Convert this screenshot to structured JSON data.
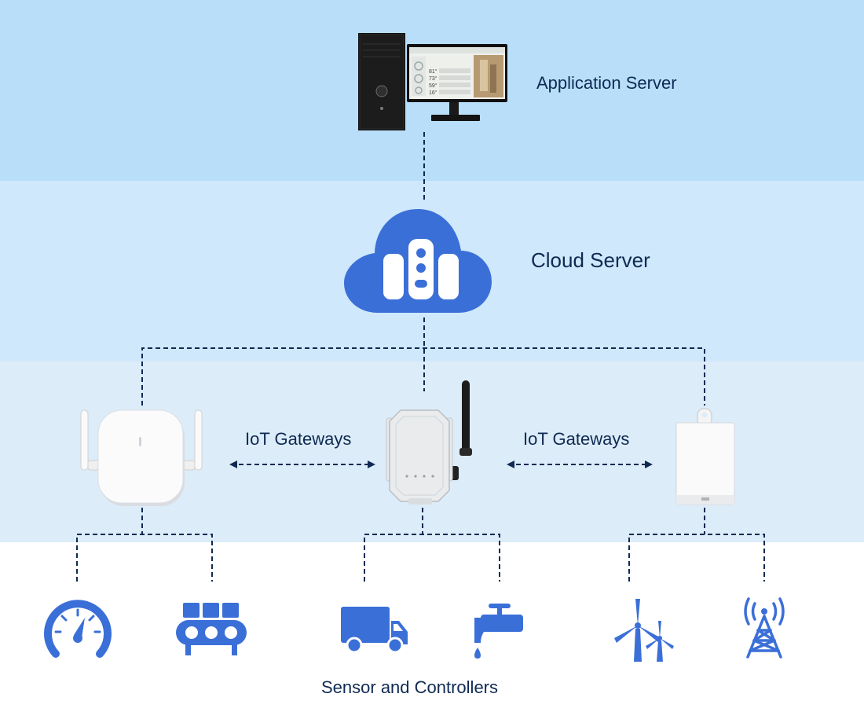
{
  "labels": {
    "application_server": "Application Server",
    "cloud_server": "Cloud Server",
    "gateways_left": "IoT Gateways",
    "gateways_right": "IoT Gateways",
    "sensors": "Sensor and Controllers"
  },
  "monitor_readouts": [
    "81°",
    "73°",
    "59°",
    "16°"
  ],
  "icons": [
    "desktop-computer-icon",
    "cloud-server-icon",
    "indoor-gateway-icon",
    "outdoor-gateway-icon",
    "wall-gateway-icon",
    "gauge-icon",
    "conveyor-icon",
    "truck-icon",
    "faucet-icon",
    "wind-turbine-icon",
    "cell-tower-icon"
  ],
  "colors": {
    "band_application": "#b8defa",
    "band_cloud": "#cfe8fb",
    "band_gateway": "#dcecf8",
    "band_devices": "#ffffff",
    "icon_blue": "#3b6fd8",
    "connector": "#0f2a52",
    "label_text": "#0f2a52"
  }
}
